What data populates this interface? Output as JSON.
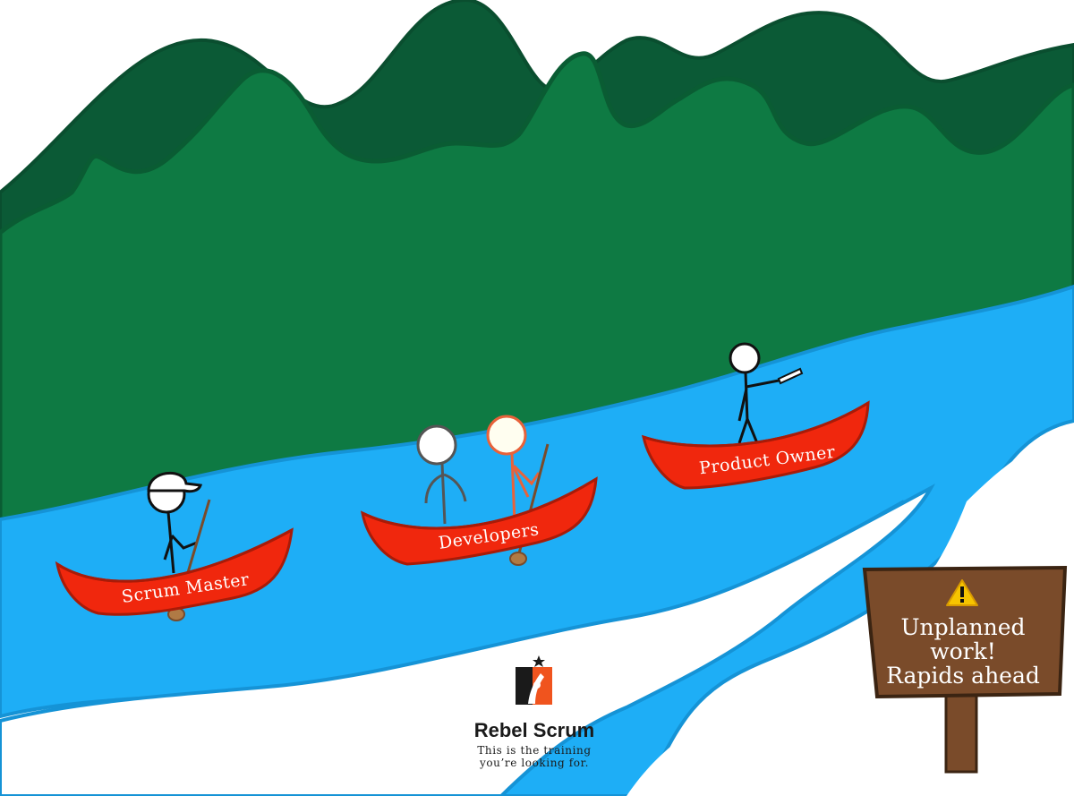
{
  "scene": {
    "canoes": [
      {
        "id": "scrum-master",
        "label": "Scrum Master"
      },
      {
        "id": "developers",
        "label": "Developers"
      },
      {
        "id": "product-owner",
        "label": "Product Owner"
      }
    ],
    "sign": {
      "icon": "warning-icon",
      "lines": [
        "Unplanned",
        "work!",
        "Rapids ahead"
      ]
    },
    "logo": {
      "name": "Rebel Scrum",
      "tagline_lines": [
        "This is the training",
        "you’re looking for."
      ]
    },
    "colors": {
      "mountain_back": "#0b5a36",
      "mountain_front": "#0e7a43",
      "river": "#1eaef6",
      "canoe": "#f0270d",
      "sign_wood": "#7a4b2a",
      "warning": "#f6c400",
      "developer_accent": "#e8623a"
    }
  }
}
